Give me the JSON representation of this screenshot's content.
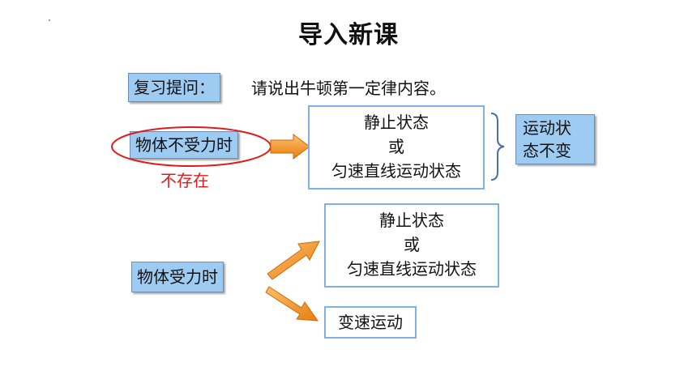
{
  "slide": {
    "title": "导入新课",
    "review": {
      "label": "复习提问：",
      "question": "请说出牛顿第一定律内容。"
    },
    "no_force": {
      "label": "物体不受力时",
      "note": "不存在",
      "states": [
        "静止状态",
        "或",
        "匀速直线运动状态"
      ],
      "result": [
        "运动状",
        "态不变"
      ]
    },
    "with_force": {
      "label": "物体受力时",
      "states": [
        "静止状态",
        "或",
        "匀速直线运动状态"
      ],
      "other": "变速运动"
    }
  }
}
